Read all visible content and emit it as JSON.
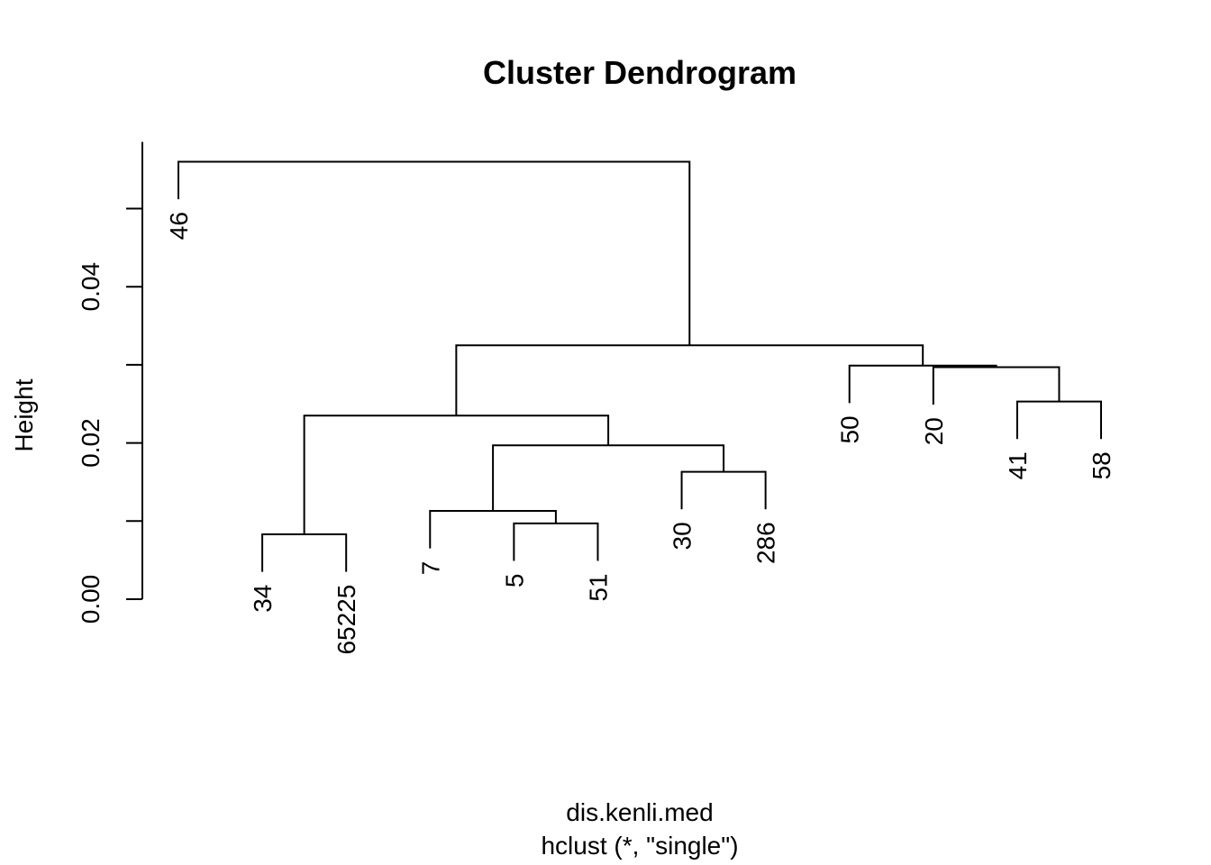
{
  "chart_data": {
    "type": "dendrogram",
    "title": "Cluster Dendrogram",
    "ylabel": "Height",
    "xlabel": "dis.kenli.med",
    "sublabel": "hclust (*, \"single\")",
    "ylim": [
      0,
      0.058
    ],
    "yticks": [
      0.0,
      0.01,
      0.02,
      0.03,
      0.04,
      0.05
    ],
    "ytick_labels": [
      "0.00",
      "",
      "0.02",
      "",
      "0.04",
      ""
    ],
    "leaves": [
      "46",
      "34",
      "65225",
      "7",
      "5",
      "51",
      "30",
      "286",
      "50",
      "20",
      "41",
      "58"
    ],
    "merges": [
      {
        "a": "5",
        "b": "51",
        "height": 0.0097
      },
      {
        "a": "30",
        "b": "286",
        "height": 0.0163
      },
      {
        "a": "41",
        "b": "58",
        "height": 0.0253
      },
      {
        "a": "34",
        "b": "65225",
        "height": 0.0083
      },
      {
        "a": "7",
        "b": "(5,51)",
        "height": 0.0113
      },
      {
        "a": "(7,(5,51))",
        "b": "(30,286)",
        "height": 0.0197
      },
      {
        "a": "(34,65225)",
        "b": "((7,(5,51)),(30,286))",
        "height": 0.0235
      },
      {
        "a": "20",
        "b": "(41,58)",
        "height": 0.0297
      },
      {
        "a": "50",
        "b": "(20,(41,58))",
        "height": 0.0299
      },
      {
        "a": "left-cluster",
        "b": "right-cluster",
        "height": 0.0325
      },
      {
        "a": "46",
        "b": "rest",
        "height": 0.056
      }
    ]
  }
}
